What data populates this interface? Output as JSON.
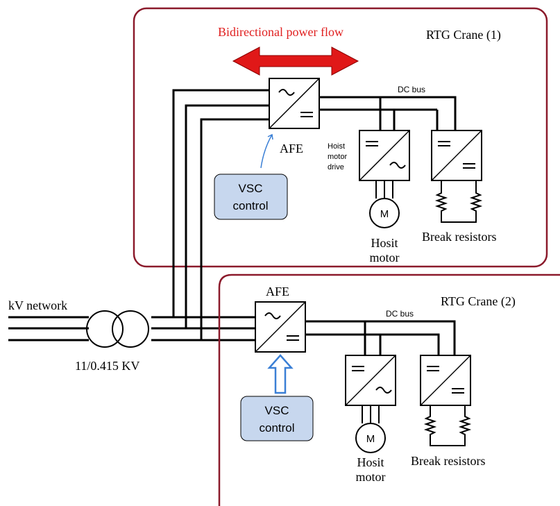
{
  "crane1": {
    "title": "RTG Crane (1)",
    "power_flow_label": "Bidirectional power flow",
    "afe_label": "AFE",
    "dc_bus_label": "DC bus",
    "drive_label_lines": [
      "Hoist",
      "motor",
      "drive"
    ],
    "vsc_lines": [
      "VSC",
      "control"
    ],
    "motor_symbol": "M",
    "motor_label_lines": [
      "Hosit",
      "motor"
    ],
    "resistors_label": "Break resistors"
  },
  "crane2": {
    "title": "RTG Crane (2)",
    "afe_label": "AFE",
    "dc_bus_label": "DC bus",
    "vsc_lines": [
      "VSC",
      "control"
    ],
    "motor_symbol": "M",
    "motor_label_lines": [
      "Hosit",
      "motor"
    ],
    "resistors_label": "Break resistors"
  },
  "grid": {
    "network_label": "kV network",
    "transformer_label": "11/0.415 KV"
  },
  "colors": {
    "frame": "#8b1a2b",
    "arrow": "#e01818",
    "arrow_text": "#e02020",
    "vsc_fill": "#c7d7ee",
    "vsc_arrow_blue": "#3a7fd5"
  }
}
